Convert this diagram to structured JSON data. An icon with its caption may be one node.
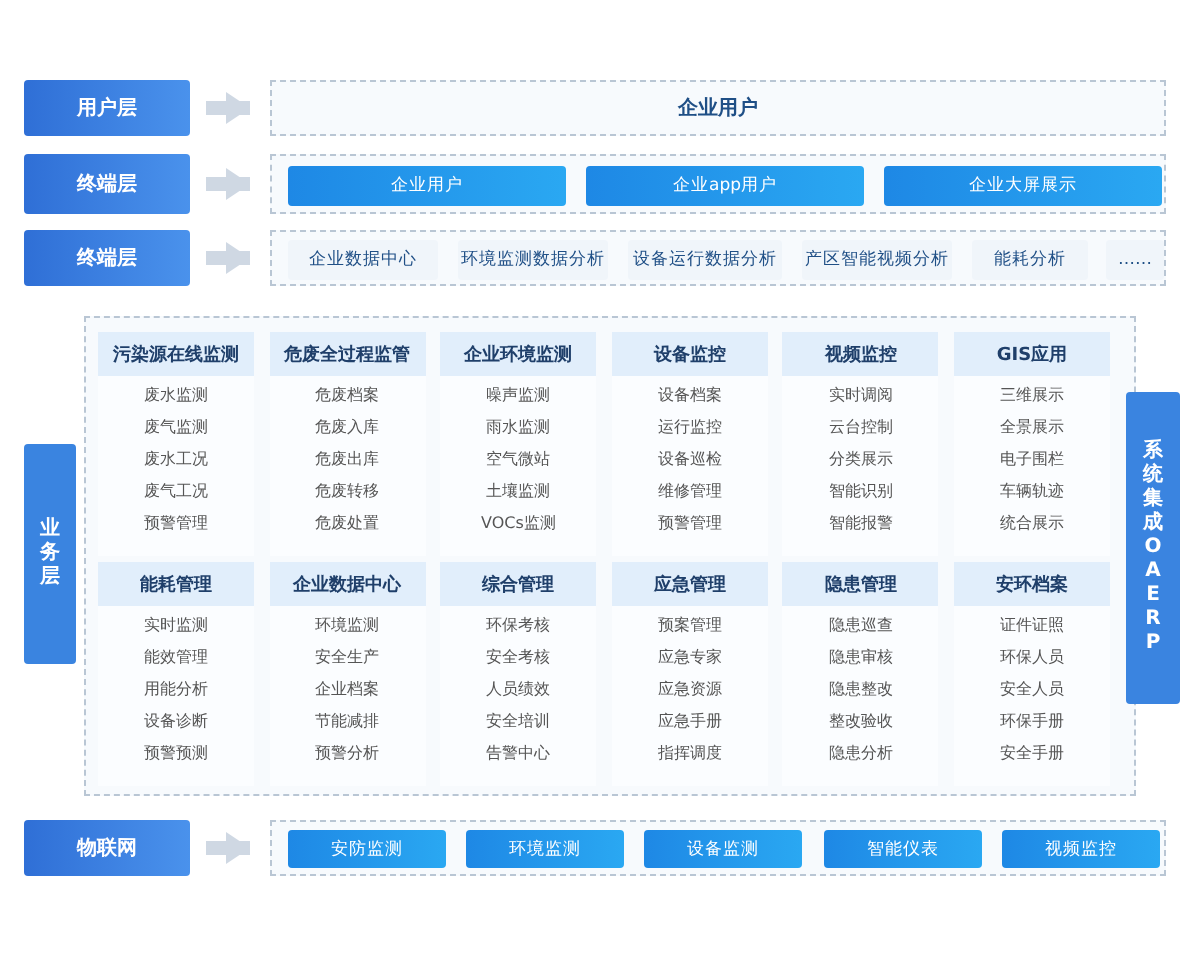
{
  "diagram": {
    "nodes": [
      {
        "text": [
          "用户层"
        ]
      },
      {
        "text": [
          "企业用户"
        ]
      },
      {
        "text": [
          "终端层"
        ]
      },
      {
        "text": [],
        "shape": "box"
      },
      {
        "text": [
          "企业用户"
        ],
        "in": 3
      },
      {
        "text": [
          "企业app用户"
        ],
        "in": 3
      },
      {
        "text": [
          "企业大屏展示"
        ],
        "in": 3
      },
      {
        "text": [
          "终端层"
        ]
      },
      {
        "text": [],
        "shape": "box"
      },
      {
        "text": [
          "企业数据中心"
        ],
        "in": 8
      },
      {
        "text": [
          "环境监测数据分析"
        ],
        "in": 8
      },
      {
        "text": [
          "设备运行数据分析"
        ],
        "in": 8
      },
      {
        "text": [
          "产区智能视频分析"
        ],
        "in": 8
      },
      {
        "text": [
          "能耗分析"
        ],
        "in": 8
      },
      {
        "text": [
          "……"
        ],
        "in": 8
      },
      {
        "text": [
          "业务层"
        ]
      },
      {
        "text": [],
        "shape": "box"
      },
      {
        "text": [
          "污染源在线监测",
          "废水监测",
          "废气监测",
          "废水工况",
          "废气工况",
          "预警管理"
        ],
        "in": 16
      },
      {
        "text": [
          "危废全过程监管",
          "危废档案",
          "危废入库",
          "危废出库",
          "危废转移",
          "危废处置"
        ],
        "in": 16
      },
      {
        "text": [
          "企业环境监测",
          "噪声监测",
          "雨水监测",
          "空气微站",
          "土壤监测",
          "VOCs监测"
        ],
        "in": 16
      },
      {
        "text": [
          "设备监控",
          "设备档案",
          "运行监控",
          "设备巡检",
          "维修管理",
          "预警管理"
        ],
        "in": 16
      },
      {
        "text": [
          "视频监控",
          "实时调阅",
          "云台控制",
          "分类展示",
          "智能识别",
          "智能报警"
        ],
        "in": 16
      },
      {
        "text": [
          "GIS应用",
          "三维展示",
          "全景展示",
          "电子围栏",
          "车辆轨迹",
          "统合展示"
        ],
        "in": 16
      },
      {
        "text": [
          "能耗管理",
          "实时监测",
          "能效管理",
          "用能分析",
          "设备诊断",
          "预警预测"
        ],
        "in": 16
      },
      {
        "text": [
          "企业数据中心",
          "环境监测",
          "安全生产",
          "企业档案",
          "节能减排",
          "预警分析"
        ],
        "in": 16
      },
      {
        "text": [
          "综合管理",
          "环保考核",
          "安全考核",
          "人员绩效",
          "安全培训",
          "告警中心"
        ],
        "in": 16
      },
      {
        "text": [
          "应急管理",
          "预案管理",
          "应急专家",
          "应急资源",
          "应急手册",
          "指挥调度"
        ],
        "in": 16
      },
      {
        "text": [
          "隐患管理",
          "隐患巡查",
          "隐患审核",
          "隐患整改",
          "整改验收",
          "隐患分析"
        ],
        "in": 16
      },
      {
        "text": [
          "安环档案",
          "证件证照",
          "环保人员",
          "安全人员",
          "环保手册",
          "安全手册"
        ],
        "in": 16
      },
      {
        "text": [
          "系统集成 OA ERP"
        ]
      },
      {
        "text": [
          "物联网"
        ]
      },
      {
        "text": [],
        "shape": "box"
      },
      {
        "text": [
          "安防监测"
        ],
        "in": 31
      },
      {
        "text": [
          "环境监测"
        ],
        "in": 31
      },
      {
        "text": [
          "设备监测"
        ],
        "in": 31
      },
      {
        "text": [
          "智能仪表"
        ],
        "in": 31
      },
      {
        "text": [
          "视频监控"
        ],
        "in": 31
      }
    ],
    "edges": [
      {
        "from": 0,
        "to": 1,
        "arrow": "to"
      },
      {
        "from": 2,
        "to": 3,
        "arrow": "to"
      },
      {
        "from": 7,
        "to": 8,
        "arrow": "to"
      },
      {
        "from": 30,
        "to": 31,
        "arrow": "to"
      }
    ]
  }
}
